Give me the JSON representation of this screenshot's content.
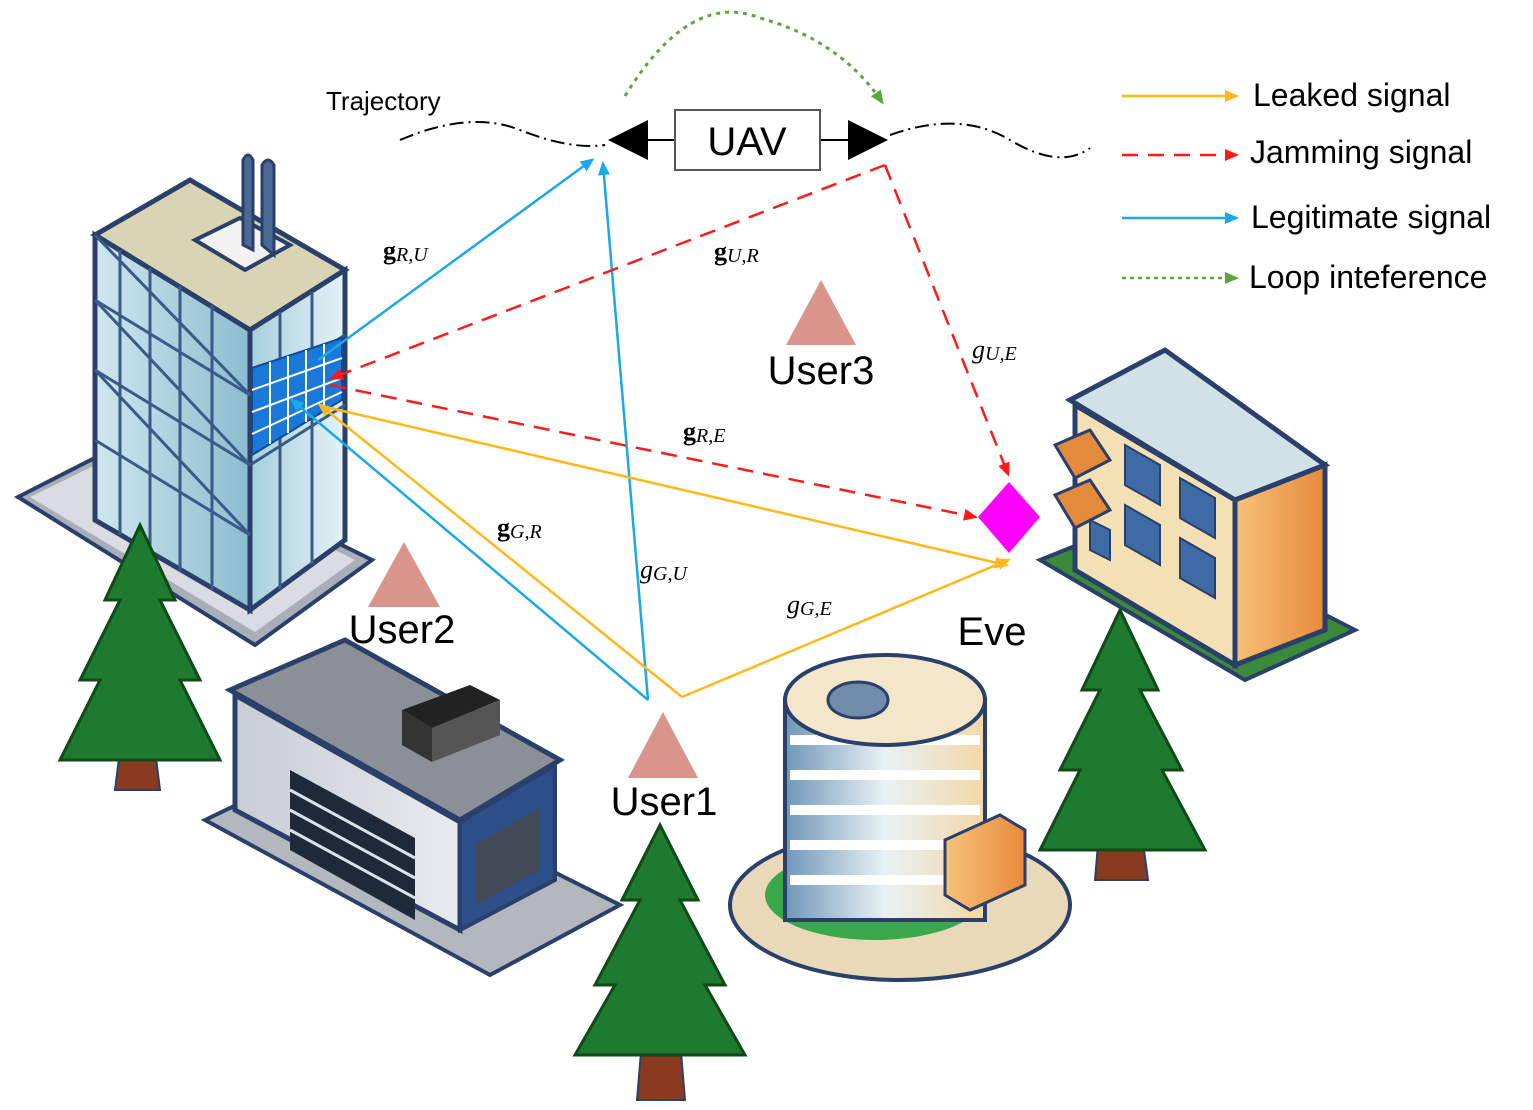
{
  "trajectory_label": "Trajectory",
  "uav_label": "UAV",
  "users": [
    {
      "label": "User1"
    },
    {
      "label": "User2"
    },
    {
      "label": "User3"
    }
  ],
  "eve_label": "Eve",
  "legend": [
    {
      "label": "Leaked signal",
      "color": "#ffb81a",
      "style": "solid"
    },
    {
      "label": "Jamming signal",
      "color": "#ff1a1a",
      "style": "dashed"
    },
    {
      "label": "Legitimate signal",
      "color": "#1aa8e6",
      "style": "solid"
    },
    {
      "label": "Loop inteference",
      "color": "#5aa83c",
      "style": "dotted"
    }
  ],
  "channels": {
    "g_RU": {
      "main": "g",
      "sub": "R,U",
      "bold": true
    },
    "g_UR": {
      "main": "g",
      "sub": "U,R",
      "bold": true
    },
    "g_UE": {
      "main": "g",
      "sub": "U,E",
      "bold": false
    },
    "g_RE": {
      "main": "g",
      "sub": "R,E",
      "bold": true
    },
    "g_GR": {
      "main": "g",
      "sub": "G,R",
      "bold": true
    },
    "g_GU": {
      "main": "g",
      "sub": "G,U",
      "bold": false
    },
    "g_GE": {
      "main": "g",
      "sub": "G,E",
      "bold": false
    }
  },
  "colors": {
    "leaked": "#ffb81a",
    "jamming": "#ff1a1a",
    "legitimate": "#1aa8e6",
    "loop": "#5aa83c",
    "user": "#d9948c",
    "eve": "#ff00ff",
    "tree": "#1e7a2e",
    "trunk": "#8a3a1e"
  }
}
